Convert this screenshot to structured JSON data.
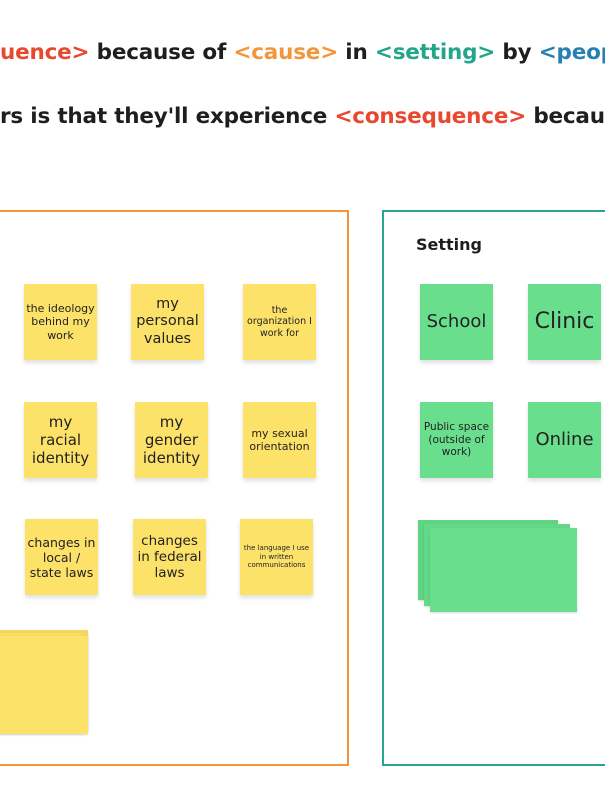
{
  "header": {
    "line1": [
      {
        "text": "uence>",
        "color": "#e8482f"
      },
      {
        "text": " because of ",
        "color": "#1e1e1e"
      },
      {
        "text": "<cause>",
        "color": "#f2963a"
      },
      {
        "text": " in ",
        "color": "#1e1e1e"
      },
      {
        "text": "<setting>",
        "color": "#23a589"
      },
      {
        "text": " by ",
        "color": "#1e1e1e"
      },
      {
        "text": "<peopl",
        "color": "#2581b3"
      }
    ],
    "line2": [
      {
        "text": "rs is that they'll experience ",
        "color": "#1e1e1e"
      },
      {
        "text": "<consequence>",
        "color": "#e8482f"
      },
      {
        "text": " becaus",
        "color": "#1e1e1e"
      }
    ]
  },
  "cause_frame": {
    "stickies": [
      {
        "text": "the ideology behind my work"
      },
      {
        "text": "my personal values"
      },
      {
        "text": "the organization I work for"
      },
      {
        "text": "my racial identity"
      },
      {
        "text": "my gender identity"
      },
      {
        "text": "my sexual orientation"
      },
      {
        "text": "changes in local / state laws"
      },
      {
        "text": "changes in federal laws"
      },
      {
        "text": "the language I use in written communications"
      }
    ]
  },
  "setting_frame": {
    "title": "Setting",
    "stickies": [
      {
        "text": "School"
      },
      {
        "text": "Clinic"
      },
      {
        "text": "Public space (outside of work)"
      },
      {
        "text": "Online"
      }
    ]
  },
  "colors": {
    "cause": "#f2963a",
    "setting": "#2aa58f",
    "yellow_sticky": "#fde26a",
    "green_sticky": "#69df8e"
  }
}
